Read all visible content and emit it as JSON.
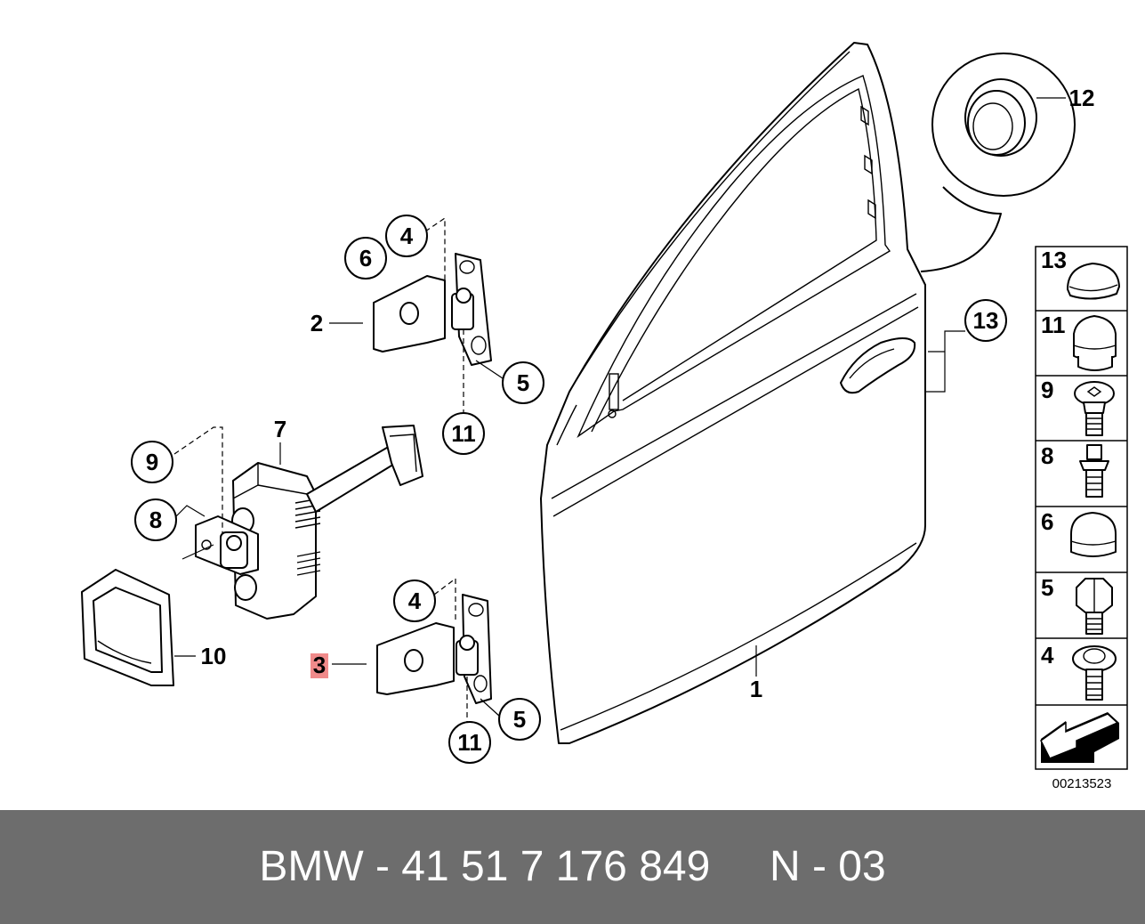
{
  "callouts": {
    "n1": "1",
    "n2": "2",
    "n3": "3",
    "n4a": "4",
    "n4b": "4",
    "n5a": "5",
    "n5b": "5",
    "n6": "6",
    "n7": "7",
    "n8": "8",
    "n9": "9",
    "n10": "10",
    "n11a": "11",
    "n11b": "11",
    "n12": "12",
    "n13": "13"
  },
  "legend": {
    "items": [
      "13",
      "11",
      "9",
      "8",
      "6",
      "5",
      "4"
    ]
  },
  "ref_code": "00213523",
  "footer": {
    "text": "BMW - 41 51 7 176 849     N - 03"
  },
  "colors": {
    "footer_bg": "#6d6d6d",
    "highlight": "#f08a8a"
  }
}
